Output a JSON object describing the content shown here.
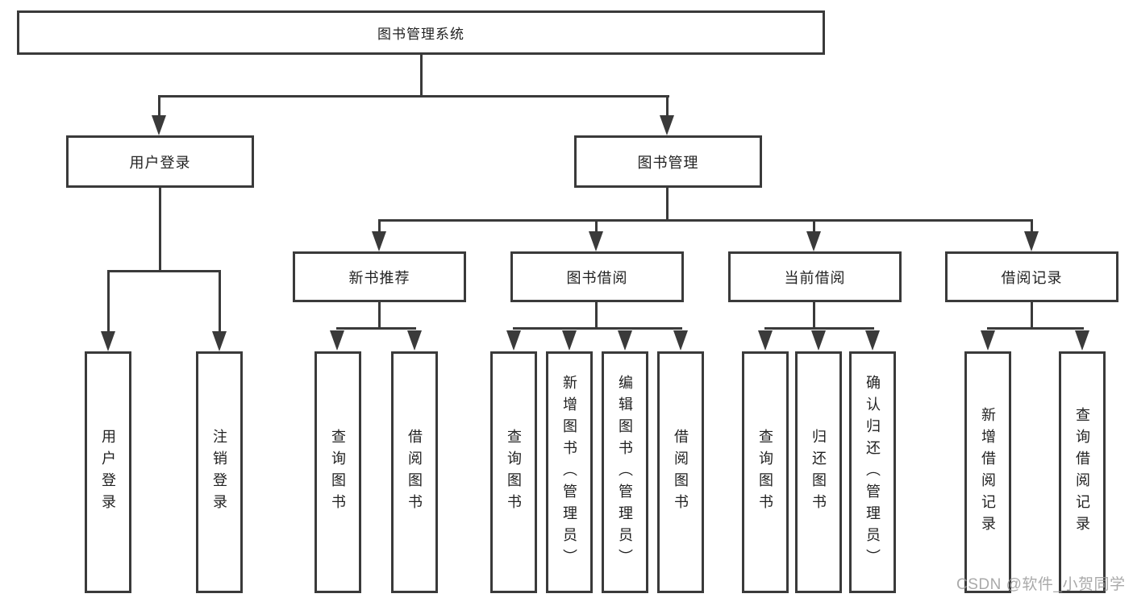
{
  "tree": {
    "label": "图书管理系统",
    "children": [
      {
        "label": "用户登录",
        "children": [
          {
            "label": "用户登录"
          },
          {
            "label": "注销登录"
          }
        ]
      },
      {
        "label": "图书管理",
        "children": [
          {
            "label": "新书推荐",
            "children": [
              {
                "label": "查询图书"
              },
              {
                "label": "借阅图书"
              }
            ]
          },
          {
            "label": "图书借阅",
            "children": [
              {
                "label": "查询图书"
              },
              {
                "label": "新增图书（管理员）"
              },
              {
                "label": "编辑图书（管理员）"
              },
              {
                "label": "借阅图书"
              }
            ]
          },
          {
            "label": "当前借阅",
            "children": [
              {
                "label": "查询图书"
              },
              {
                "label": "归还图书"
              },
              {
                "label": "确认归还（管理员）"
              }
            ]
          },
          {
            "label": "借阅记录",
            "children": [
              {
                "label": "新增借阅记录"
              },
              {
                "label": "查询借阅记录"
              }
            ]
          }
        ]
      }
    ]
  },
  "watermark": {
    "text": "CSDN @软件_小贺同学"
  },
  "colors": {
    "line": "#3a3a3a",
    "text": "#222222",
    "background": "#ffffff",
    "watermark": "#9b9b9b"
  }
}
